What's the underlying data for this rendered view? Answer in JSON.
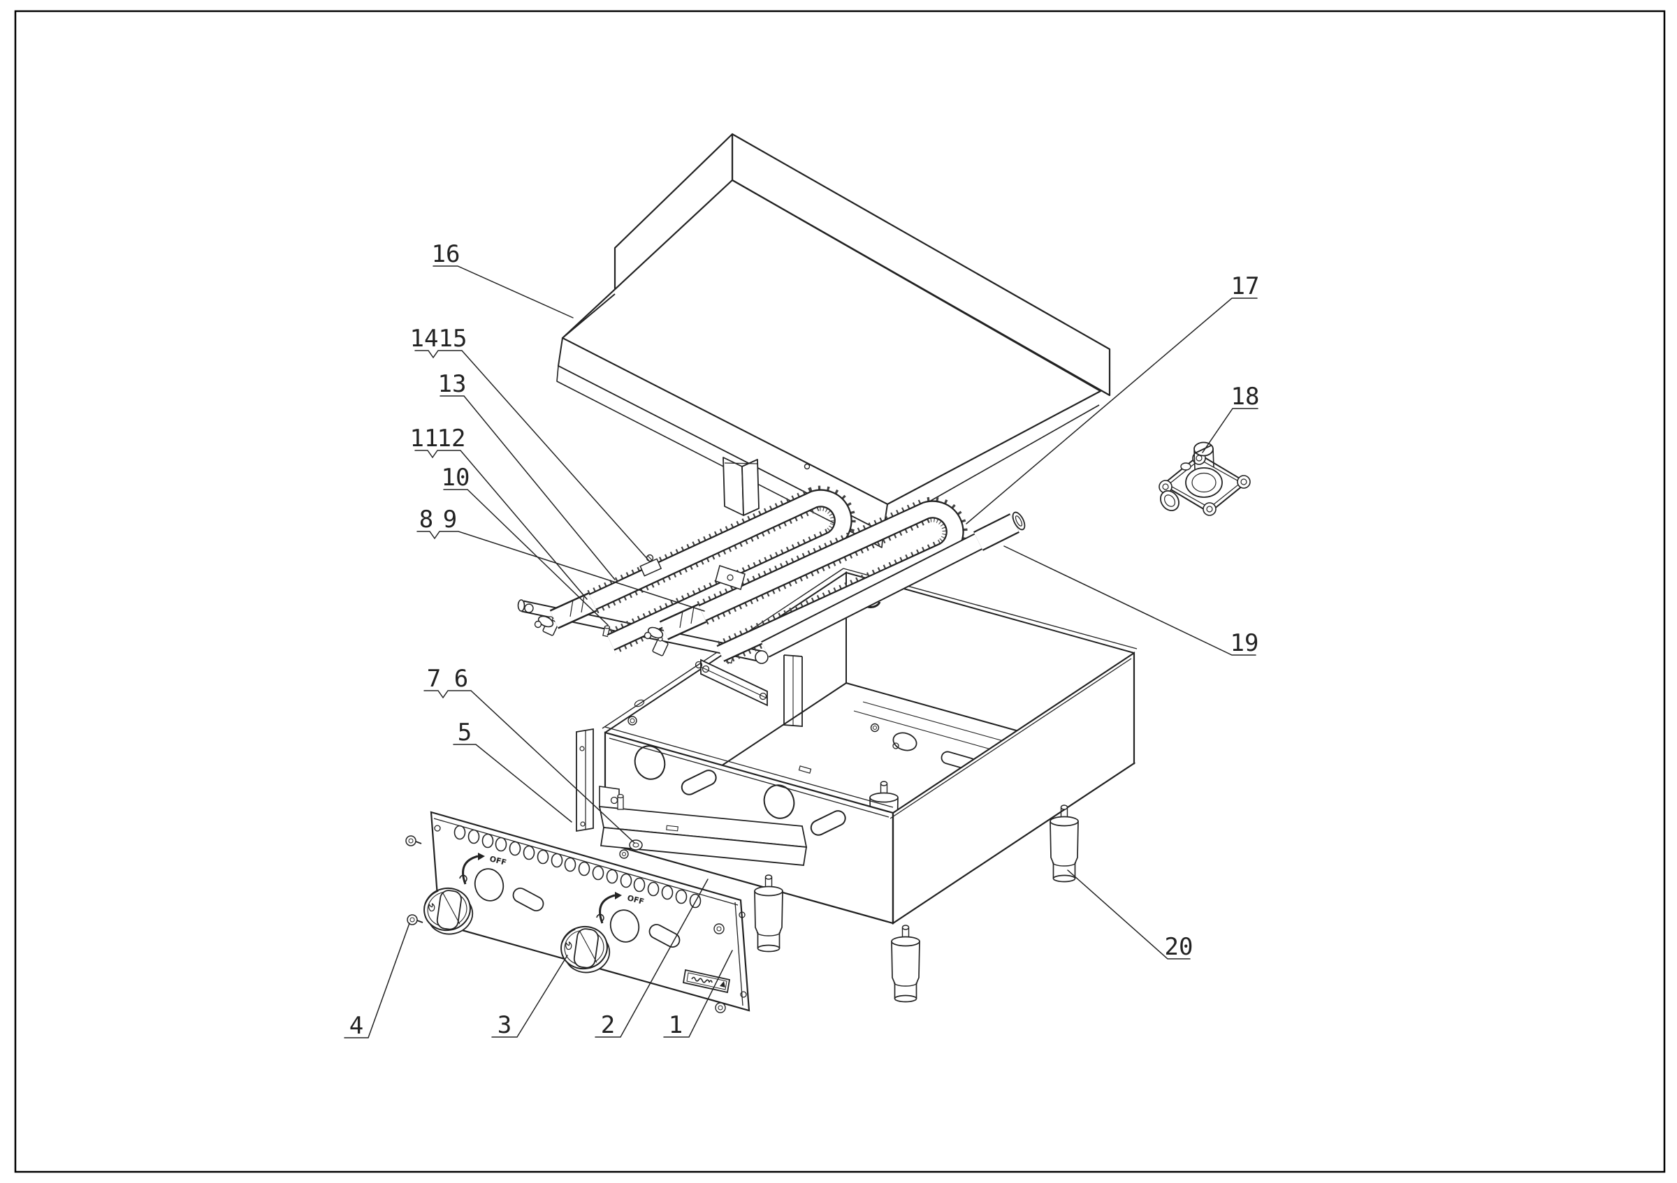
{
  "callouts": [
    {
      "label": "1"
    },
    {
      "label": "2"
    },
    {
      "label": "3"
    },
    {
      "label": "4"
    },
    {
      "label": "5"
    },
    {
      "label": "6"
    },
    {
      "label": "7"
    },
    {
      "label": "8"
    },
    {
      "label": "9"
    },
    {
      "label": "10"
    },
    {
      "label": "11"
    },
    {
      "label": "12"
    },
    {
      "label": "13"
    },
    {
      "label": "14"
    },
    {
      "label": "15"
    },
    {
      "label": "16"
    },
    {
      "label": "17"
    },
    {
      "label": "18"
    },
    {
      "label": "19"
    },
    {
      "label": "20"
    }
  ],
  "panel": {
    "off_label": "OFF"
  },
  "colors": {
    "ink": "#222222",
    "ticks": "#444444",
    "paper": "#ffffff",
    "frame": "#000000"
  }
}
